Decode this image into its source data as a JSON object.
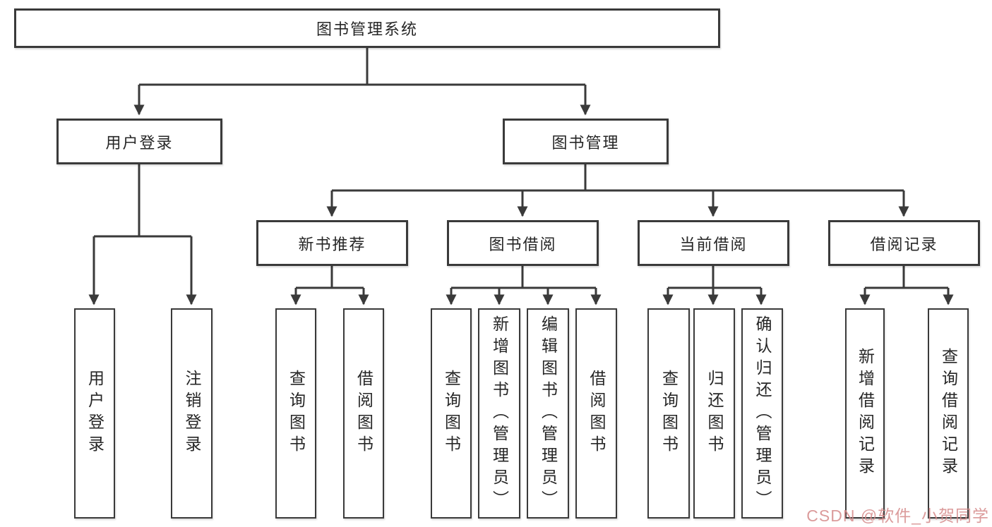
{
  "tree": {
    "root": "图书管理系统",
    "children": [
      {
        "label": "用户登录",
        "children": [
          "用户登录",
          "注销登录"
        ]
      },
      {
        "label": "图书管理",
        "children": [
          {
            "label": "新书推荐",
            "children": [
              "查询图书",
              "借阅图书"
            ]
          },
          {
            "label": "图书借阅",
            "children": [
              "查询图书",
              "新增图书（管理员）",
              "编辑图书（管理员）",
              "借阅图书"
            ]
          },
          {
            "label": "当前借阅",
            "children": [
              "查询图书",
              "归还图书",
              "确认归还（管理员）"
            ]
          },
          {
            "label": "借阅记录",
            "children": [
              "新增借阅记录",
              "查询借阅记录"
            ]
          }
        ]
      }
    ]
  },
  "watermark": {
    "text": "CSDN @软件_小贺同学"
  },
  "colors": {
    "line": "#3a3a3a",
    "box_border": "#3a3a3a",
    "box_fill": "#ffffff",
    "text": "#262626",
    "watermark": "#d58a8a",
    "background": "#ffffff"
  }
}
